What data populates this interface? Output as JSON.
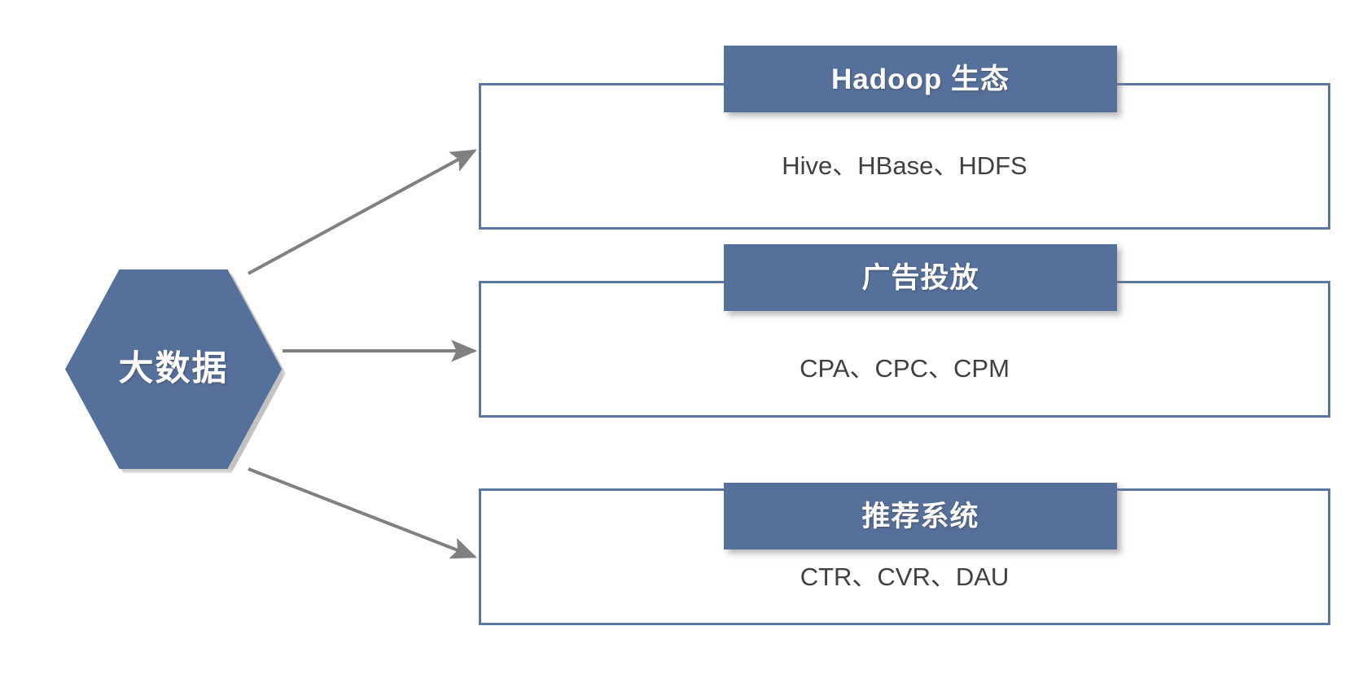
{
  "diagram": {
    "title_shape": {
      "label": "大数据",
      "shape": "hexagon",
      "fill_color": "#55709B",
      "text_color": "#FFFFFF"
    },
    "connector": {
      "style": "arrow",
      "color": "#808080",
      "count": 3
    },
    "branches": [
      {
        "header": "Hadoop 生态",
        "body": "Hive、HBase、HDFS",
        "header_fill": "#55709B",
        "header_text_color": "#FFFFFF",
        "box_border_color": "#5B76A0",
        "body_text_color": "#404040"
      },
      {
        "header": "广告投放",
        "body": "CPA、CPC、CPM",
        "header_fill": "#55709B",
        "header_text_color": "#FFFFFF",
        "box_border_color": "#5B76A0",
        "body_text_color": "#404040"
      },
      {
        "header": "推荐系统",
        "body": "CTR、CVR、DAU",
        "header_fill": "#55709B",
        "header_text_color": "#FFFFFF",
        "box_border_color": "#5B76A0",
        "body_text_color": "#404040"
      }
    ]
  }
}
